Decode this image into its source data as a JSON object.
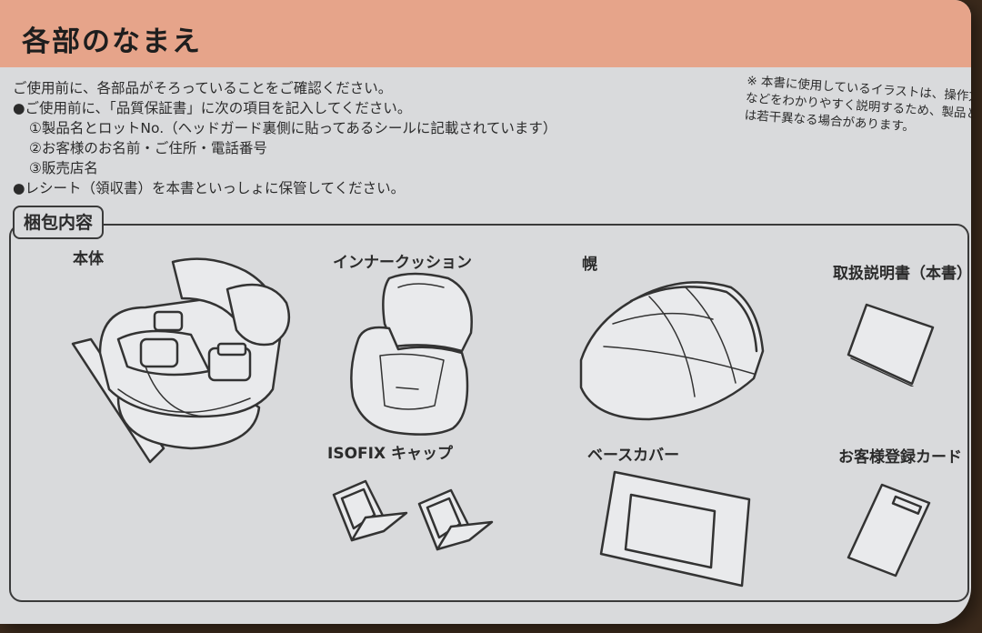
{
  "header": {
    "title": "各部のなまえ"
  },
  "intro": {
    "line1": "ご使用前に、各部品がそろっていることをご確認ください。",
    "line2": "●ご使用前に、「品質保証書」に次の項目を記入してください。",
    "item1": "①製品名とロットNo.（ヘッドガード裏側に貼ってあるシールに記載されています）",
    "item2": "②お客様のお名前・ご住所・電話番号",
    "item3": "③販売店名",
    "line3": "●レシート（領収書）を本書といっしょに保管してください。"
  },
  "note": {
    "line1": "※ 本書に使用しているイラストは、操作方法",
    "line2": "などをわかりやすく説明するため、製品と",
    "line3": "は若干異なる場合があります。"
  },
  "contents": {
    "title": "梱包内容",
    "items": [
      {
        "label": "本体"
      },
      {
        "label": "インナークッション"
      },
      {
        "label": "幌"
      },
      {
        "label": "取扱説明書（本書）"
      },
      {
        "label": "ISOFIX キャップ"
      },
      {
        "label": "ベースカバー"
      },
      {
        "label": "お客様登録カード"
      }
    ]
  }
}
